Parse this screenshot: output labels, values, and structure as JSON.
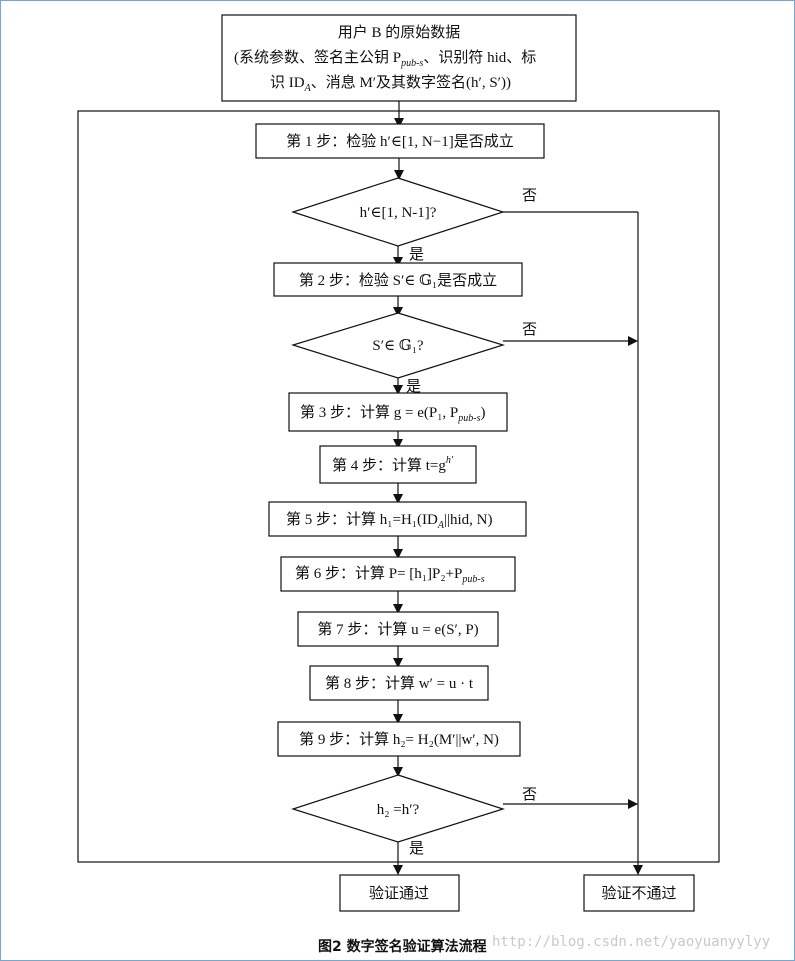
{
  "header": {
    "line1": "用户 B 的原始数据",
    "line2": "(系统参数、签名主公钥 P",
    "line2_sub": "pub-s",
    "line2_rest": "、识别符 hid、标",
    "line3": "识 ID",
    "line3_sub": "A",
    "line3_rest": "、消息 M′及其数字签名(h′, S′))"
  },
  "steps": {
    "s1": "第 1 步：检验 h′∈[1, N−1]是否成立",
    "d1": "h′∈[1, N-1]?",
    "s2": "第 2 步：检验 S′∈ 𝔾₁是否成立",
    "d2": "S′∈ 𝔾₁?",
    "s3": "第 3 步：计算 g = e(P₁, P",
    "s3_sub": "pub-s",
    "s3_end": ")",
    "s4": "第 4 步：计算 t=g",
    "s4_sup": "h′",
    "s5": "第 5 步：计算 h₁=H₁(ID",
    "s5_sub": "A",
    "s5_end": "||hid, N)",
    "s6": "第 6 步：计算 P= [h₁]P₂+P",
    "s6_sub": "pub-s",
    "s7": "第 7 步：计算 u = e(S′, P)",
    "s8": "第 8 步：计算 w′ = u · t",
    "s9": "第 9 步：计算 h₂= H₂(M′||w′, N)",
    "d3": "h₂ =h′?"
  },
  "labels": {
    "no": "否",
    "yes": "是"
  },
  "outcomes": {
    "pass": "验证通过",
    "fail": "验证不通过"
  },
  "caption": "图2   数字签名验证算法流程",
  "watermark": "http://blog.csdn.net/yaoyuanyylyy"
}
